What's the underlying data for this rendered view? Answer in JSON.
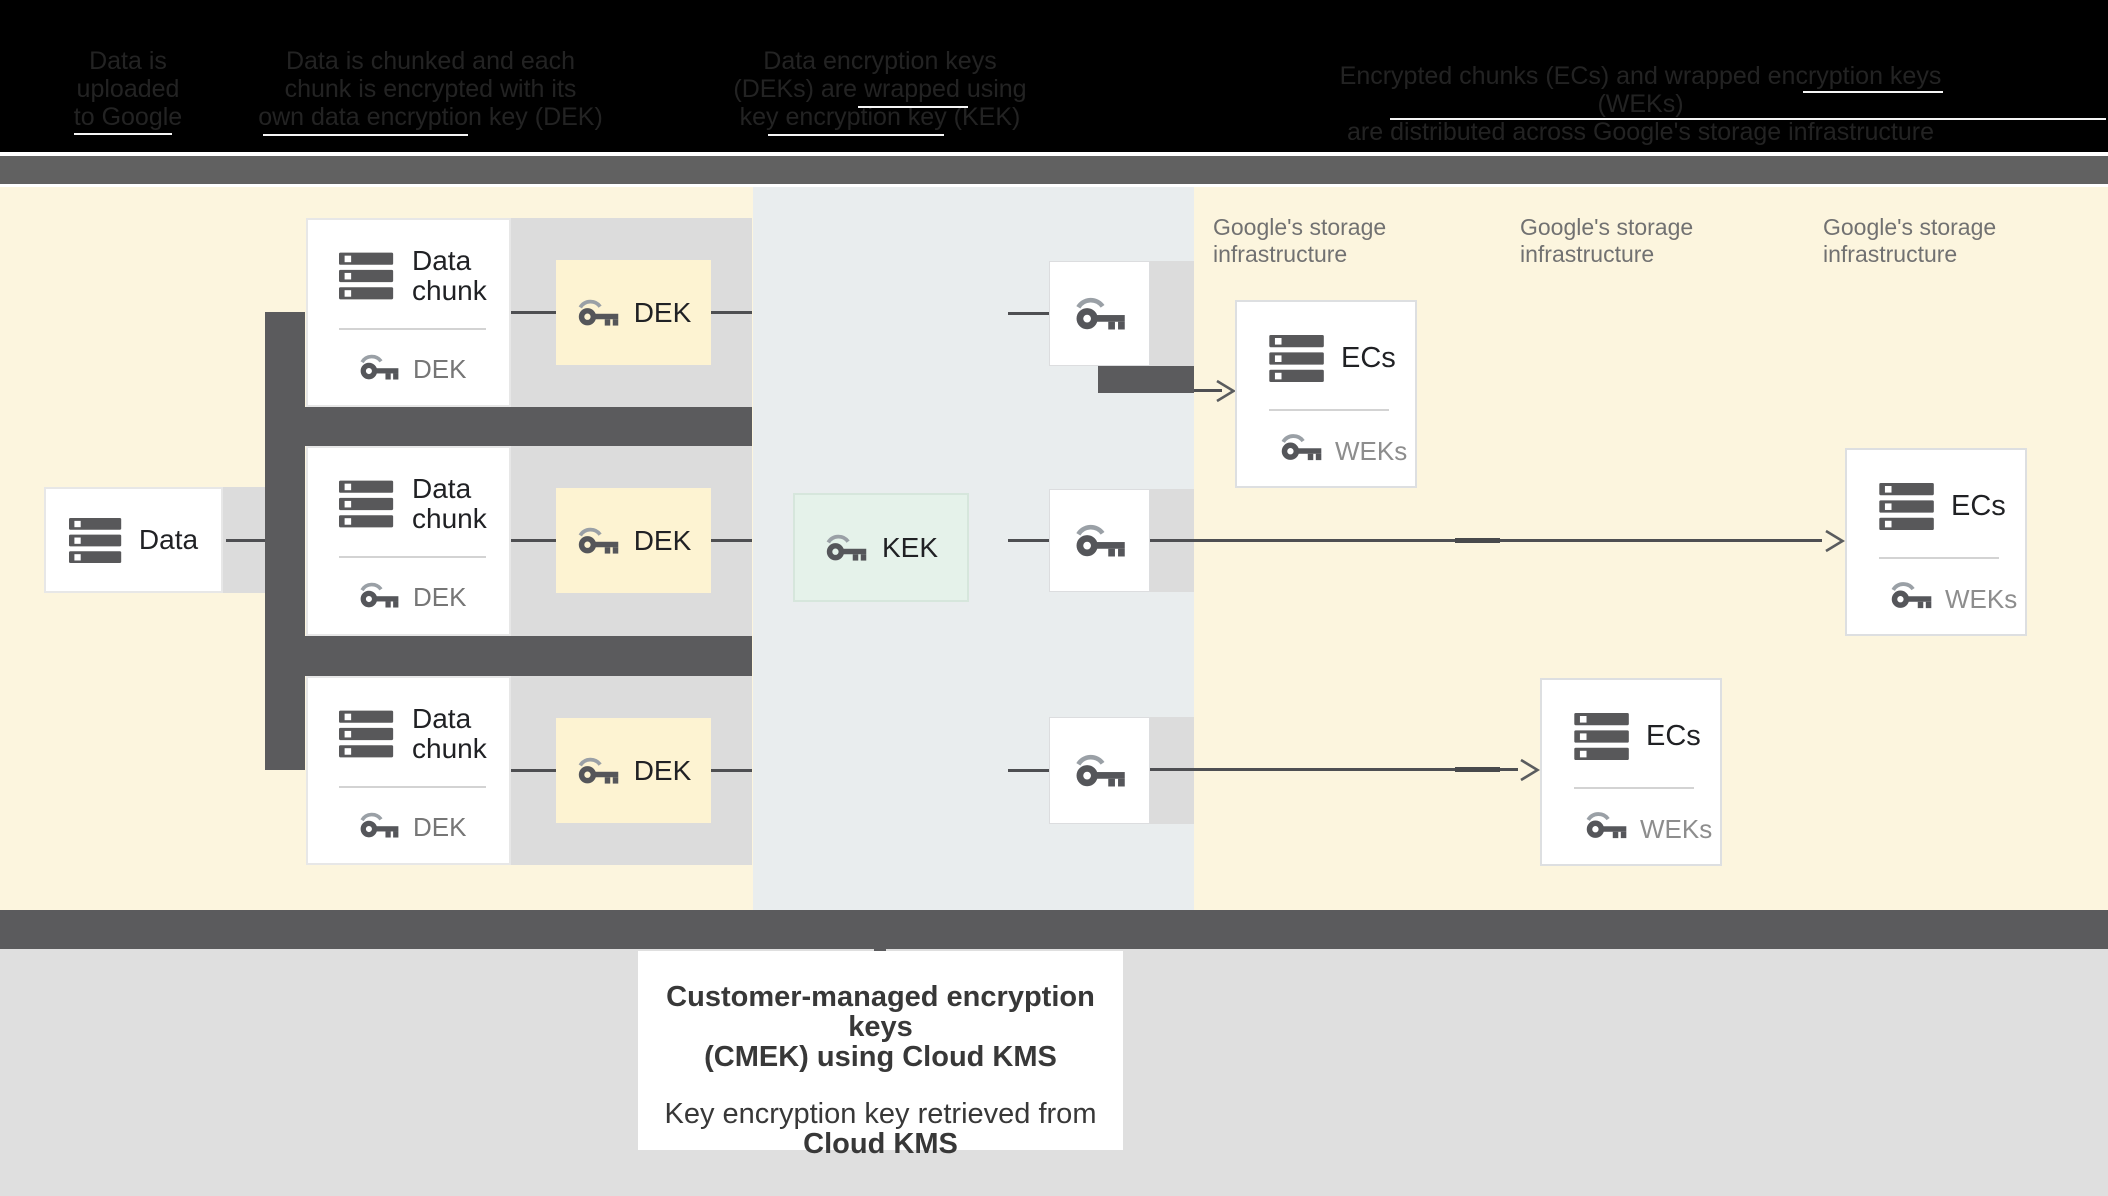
{
  "header": {
    "columns": [
      {
        "line1": "Data is",
        "line2": "uploaded",
        "line3": "to Google"
      },
      {
        "line1": "Data is chunked and each",
        "line2": "chunk is encrypted with its",
        "line3": "own data encryption key (DEK)"
      },
      {
        "line1": "Data encryption keys",
        "line2": "(DEKs) are wrapped using",
        "line3": "key encryption key (KEK)"
      },
      {
        "line1": "Encrypted chunks (ECs) and wrapped encryption keys (WEKs)",
        "line2": "are distributed across Google's storage infrastructure"
      }
    ]
  },
  "diagram": {
    "data_box": {
      "label": "Data"
    },
    "chunk_boxes": [
      {
        "title_line1": "Data",
        "title_line2": "chunk",
        "key_label": "DEK"
      },
      {
        "title_line1": "Data",
        "title_line2": "chunk",
        "key_label": "DEK"
      },
      {
        "title_line1": "Data",
        "title_line2": "chunk",
        "key_label": "DEK"
      }
    ],
    "dek_boxes": [
      {
        "label": "DEK"
      },
      {
        "label": "DEK"
      },
      {
        "label": "DEK"
      }
    ],
    "kek_box": {
      "label": "KEK"
    },
    "storage_labels": [
      {
        "line1": "Google's storage",
        "line2": "infrastructure"
      },
      {
        "line1": "Google's storage",
        "line2": "infrastructure"
      },
      {
        "line1": "Google's storage",
        "line2": "infrastructure"
      }
    ],
    "ecs_boxes": [
      {
        "title": "ECs",
        "key_label": "WEKs"
      },
      {
        "title": "ECs",
        "key_label": "WEKs"
      },
      {
        "title": "ECs",
        "key_label": "WEKs"
      }
    ]
  },
  "caption": {
    "line1": "Customer-managed encryption keys",
    "line2": "(CMEK) using Cloud KMS",
    "line3": "Key encryption key retrieved from",
    "line4": "Cloud KMS"
  },
  "colors": {
    "panel_yellow": "#fcf5de",
    "panel_bluegray": "#e9edee",
    "dek_box_yellow": "#fdf3d2",
    "kek_box_green": "#e5f2ea",
    "dark_connector": "#5b5b5d",
    "backdrop_gray": "#dcdcdc",
    "footer_gray": "#dfdfdf",
    "icon_dark": "#55565a",
    "icon_arc_gray": "#9aa0a6",
    "label_gray": "#767676",
    "header_black": "#000000"
  }
}
